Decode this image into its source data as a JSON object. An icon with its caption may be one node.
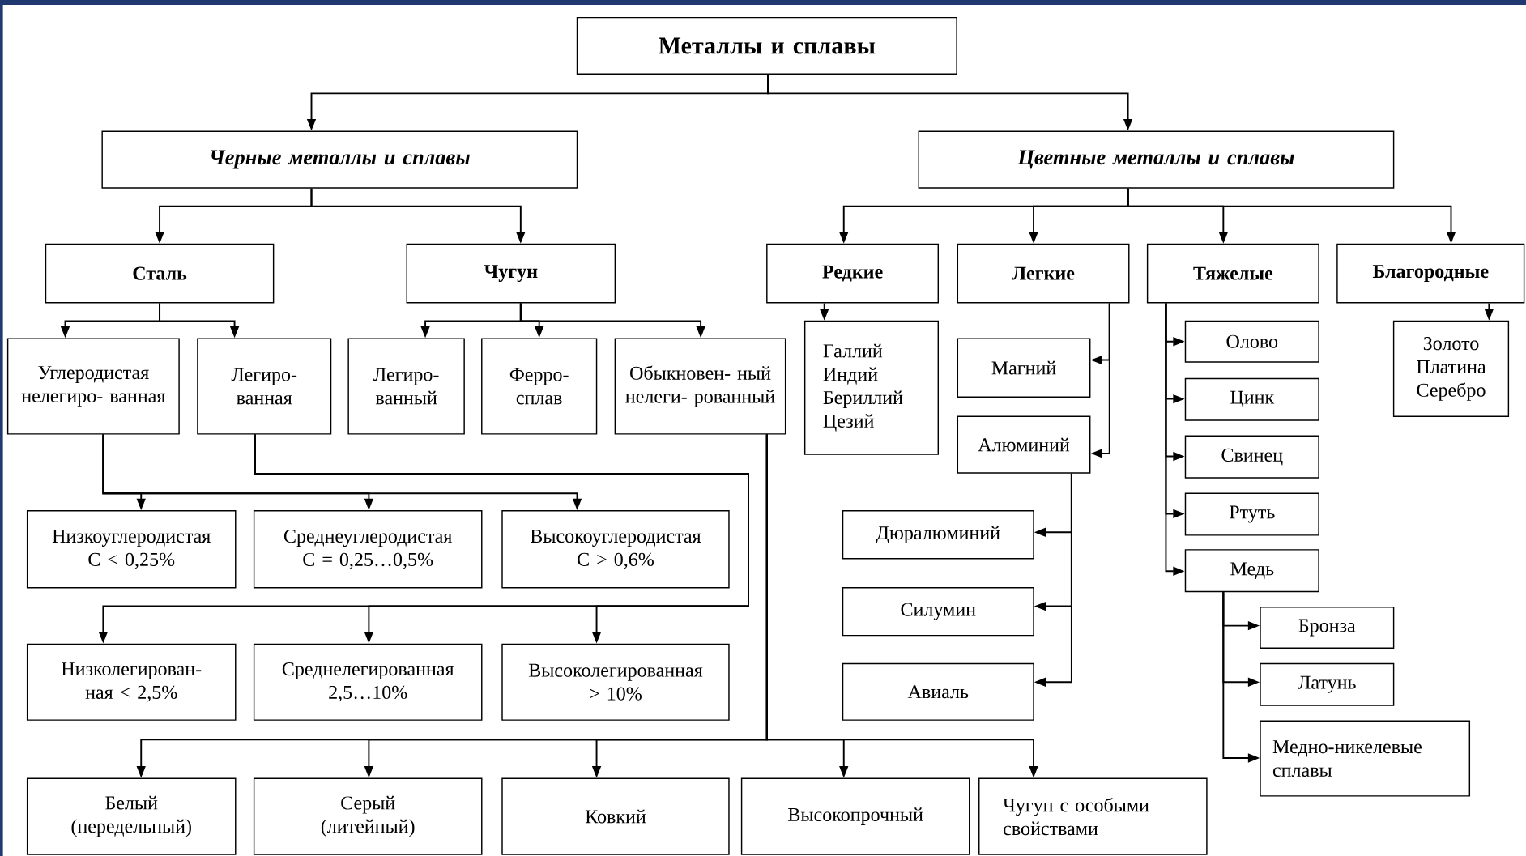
{
  "diagram": {
    "nodes": [
      {
        "text": [
          "Металлы и сплавы"
        ]
      },
      {
        "text": [
          "Черные металлы и сплавы"
        ]
      },
      {
        "text": [
          "Цветные металлы и сплавы"
        ]
      },
      {
        "text": [
          "Сталь"
        ]
      },
      {
        "text": [
          "Чугун"
        ]
      },
      {
        "text": [
          "Редкие"
        ]
      },
      {
        "text": [
          "Легкие"
        ]
      },
      {
        "text": [
          "Тяжелые"
        ]
      },
      {
        "text": [
          "Благородные"
        ]
      },
      {
        "text": [
          "Углеродистая нелегиро- ванная"
        ]
      },
      {
        "text": [
          "Легиро- ванная"
        ]
      },
      {
        "text": [
          "Легиро- ванный"
        ]
      },
      {
        "text": [
          "Ферро- сплав"
        ]
      },
      {
        "text": [
          "Обыкновен- ный нелеги- рованный"
        ]
      },
      {
        "text": [
          "Галлий Индий Бериллий Цезий"
        ]
      },
      {
        "text": [
          "Магний"
        ]
      },
      {
        "text": [
          "Алюминий"
        ]
      },
      {
        "text": [
          "Олово"
        ]
      },
      {
        "text": [
          "Цинк"
        ]
      },
      {
        "text": [
          "Свинец"
        ]
      },
      {
        "text": [
          "Ртуть"
        ]
      },
      {
        "text": [
          "Медь"
        ]
      },
      {
        "text": [
          "Золото Платина Серебро"
        ]
      },
      {
        "text": [
          "Низкоуглеродистая",
          "C < 0,25%"
        ]
      },
      {
        "text": [
          "Среднеуглеродистая",
          "C = 0,25…0,5%"
        ]
      },
      {
        "text": [
          "Высокоуглеродистая",
          "C > 0,6%"
        ]
      },
      {
        "text": [
          "Дюралюминий"
        ]
      },
      {
        "text": [
          "Силумин"
        ]
      },
      {
        "text": [
          "Авиаль"
        ]
      },
      {
        "text": [
          "Бронза"
        ]
      },
      {
        "text": [
          "Латунь"
        ]
      },
      {
        "text": [
          "Медно-никелевые сплавы"
        ]
      },
      {
        "text": [
          "Низколегирован- ная < 2,5%"
        ]
      },
      {
        "text": [
          "Среднелегированная",
          "2,5…10%"
        ]
      },
      {
        "text": [
          "Высоколегированная",
          "> 10%"
        ]
      },
      {
        "text": [
          "Белый (передельный)"
        ]
      },
      {
        "text": [
          "Серый (литейный)"
        ]
      },
      {
        "text": [
          "Ковкий"
        ]
      },
      {
        "text": [
          "Высокопрочный"
        ]
      },
      {
        "text": [
          "Чугун с особыми свойствами"
        ]
      }
    ],
    "edges": [
      {
        "from": 0,
        "to": 1,
        "arrow": "to"
      },
      {
        "from": 0,
        "to": 2,
        "arrow": "to"
      },
      {
        "from": 1,
        "to": 3,
        "arrow": "to"
      },
      {
        "from": 1,
        "to": 4,
        "arrow": "to"
      },
      {
        "from": 2,
        "to": 5,
        "arrow": "to"
      },
      {
        "from": 2,
        "to": 6,
        "arrow": "to"
      },
      {
        "from": 2,
        "to": 7,
        "arrow": "to"
      },
      {
        "from": 2,
        "to": 8,
        "arrow": "to"
      },
      {
        "from": 3,
        "to": 9,
        "arrow": "to"
      },
      {
        "from": 3,
        "to": 10,
        "arrow": "to"
      },
      {
        "from": 4,
        "to": 11,
        "arrow": "to"
      },
      {
        "from": 4,
        "to": 12,
        "arrow": "to"
      },
      {
        "from": 4,
        "to": 13,
        "arrow": "to"
      },
      {
        "from": 5,
        "to": 14,
        "arrow": "to"
      },
      {
        "from": 6,
        "to": 15,
        "arrow": "to"
      },
      {
        "from": 6,
        "to": 16,
        "arrow": "to"
      },
      {
        "from": 7,
        "to": 17,
        "arrow": "to"
      },
      {
        "from": 7,
        "to": 18,
        "arrow": "to"
      },
      {
        "from": 7,
        "to": 19,
        "arrow": "to"
      },
      {
        "from": 7,
        "to": 20,
        "arrow": "to"
      },
      {
        "from": 7,
        "to": 21,
        "arrow": "to"
      },
      {
        "from": 8,
        "to": 22,
        "arrow": "to"
      },
      {
        "from": 9,
        "to": 23,
        "arrow": "to"
      },
      {
        "from": 9,
        "to": 24,
        "arrow": "to"
      },
      {
        "from": 9,
        "to": 25,
        "arrow": "to"
      },
      {
        "from": 16,
        "to": 26,
        "arrow": "to"
      },
      {
        "from": 16,
        "to": 27,
        "arrow": "to"
      },
      {
        "from": 16,
        "to": 28,
        "arrow": "to"
      },
      {
        "from": 21,
        "to": 29,
        "arrow": "to"
      },
      {
        "from": 21,
        "to": 30,
        "arrow": "to"
      },
      {
        "from": 21,
        "to": 31,
        "arrow": "to"
      },
      {
        "from": 10,
        "to": 32,
        "arrow": "to"
      },
      {
        "from": 10,
        "to": 33,
        "arrow": "to"
      },
      {
        "from": 10,
        "to": 34,
        "arrow": "to"
      },
      {
        "from": 13,
        "to": 35,
        "arrow": "to"
      },
      {
        "from": 13,
        "to": 36,
        "arrow": "to"
      },
      {
        "from": 13,
        "to": 37,
        "arrow": "to"
      },
      {
        "from": 13,
        "to": 38,
        "arrow": "to"
      },
      {
        "from": 13,
        "to": 39,
        "arrow": "to"
      }
    ]
  }
}
